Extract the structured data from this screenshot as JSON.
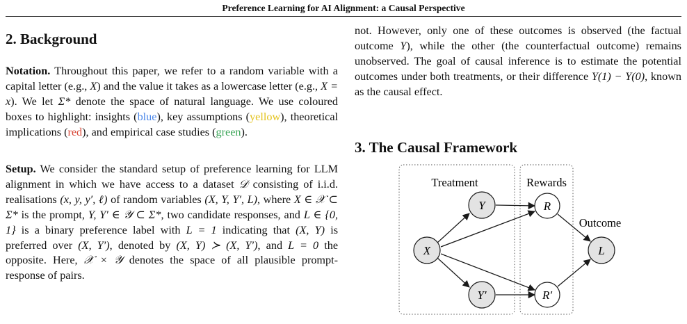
{
  "running_head": "Preference Learning for AI Alignment: a Causal Perspective",
  "left": {
    "section_title": "2. Background",
    "notation": {
      "label": "Notation.",
      "t1": " Throughout this paper, we refer to a random variable with a capital letter (e.g., ",
      "m1": "X",
      "t2": ") and the value it takes as a lowercase letter (e.g., ",
      "m2": "X = x",
      "t3": "). We let ",
      "m3": "Σ*",
      "t4": " denote the space of natural language. We use coloured boxes to highlight: insights (",
      "blue": "blue",
      "t5": "), key assumptions (",
      "yellow": "yellow",
      "t6": "), theoretical implications (",
      "red": "red",
      "t7": "), and empirical case studies (",
      "green": "green",
      "t8": ")."
    },
    "setup": {
      "label": "Setup.",
      "t1": " We consider the standard setup of preference learning for LLM alignment in which we have access to a dataset ",
      "m1": "𝒟",
      "t2": " consisting of i.i.d. realisations ",
      "m2": "(x, y, y′, ℓ)",
      "t3": " of random variables ",
      "m3": "(X, Y, Y′, L)",
      "t4": ", where ",
      "m4": "X ∈ 𝒳 ⊂ Σ*",
      "t5": " is the prompt, ",
      "m5": "Y, Y′ ∈ 𝒴 ⊂ Σ*",
      "t6": ", two candidate responses, and ",
      "m6": "L ∈ {0, 1}",
      "t7": " is a binary preference label with ",
      "m7": "L = 1",
      "t8": " indicating that ",
      "m8": "(X, Y)",
      "t9": " is preferred over ",
      "m9": "(X, Y′)",
      "t10": ", denoted by ",
      "m10": "(X, Y) ≻ (X, Y′)",
      "t11": ", and ",
      "m11": "L = 0",
      "t12": " the opposite. Here, ",
      "m12": "𝒳 × 𝒴",
      "t13": " denotes the space of all plausible prompt-response of pairs."
    }
  },
  "right": {
    "continued": {
      "t1": "not. However, only one of these outcomes is observed (the factual outcome ",
      "m1": "Y",
      "t2": "), while the other (the counterfactual outcome) remains unobserved. The goal of causal inference is to estimate the potential outcomes under both treatments, or their difference ",
      "m2": "Y(1) − Y(0)",
      "t3": ", known as the causal effect."
    },
    "section_title": "3. The Causal Framework"
  },
  "diagram": {
    "group_labels": {
      "treatment": "Treatment",
      "rewards": "Rewards",
      "outcome": "Outcome"
    },
    "nodes": {
      "x": "X",
      "y": "Y",
      "y_prime": "Y′",
      "r": "R",
      "r_prime": "R′",
      "l": "L"
    },
    "colors": {
      "shaded_node": "#e3e3e3",
      "plain_node": "#ffffff",
      "stroke": "#1a1a1a"
    }
  }
}
